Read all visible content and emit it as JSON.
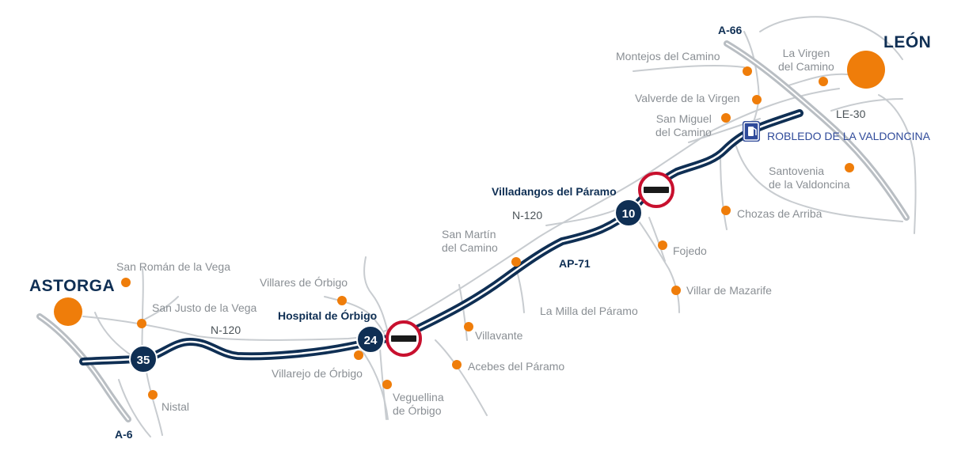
{
  "cities": {
    "astorga": "ASTORGA",
    "leon": "LEÓN"
  },
  "roads": {
    "a66": "A-66",
    "a6": "A-6",
    "le30": "LE-30",
    "n120_west": "N-120",
    "n120_east": "N-120",
    "ap71": "AP-71"
  },
  "exits": {
    "e35": "35",
    "e24": "24",
    "e10": "10"
  },
  "tolls": {
    "hospital": "Hospital de Órbigo",
    "villadangos": "Villadangos del Páramo"
  },
  "rest_area": {
    "name": "ROBLEDO DE LA VALDONCINA",
    "icon": "fuel-station-icon"
  },
  "towns": {
    "montejos": "Montejos del Camino",
    "virgen_camino": "La Virgen\ndel Camino",
    "valverde": "Valverde de la Virgen",
    "san_miguel": "San Miguel\ndel Camino",
    "santovenia": "Santovenia\nde la Valdoncina",
    "chozas": "Chozas de Arriba",
    "fojedo": "Fojedo",
    "villar_mazarife": "Villar de Mazarife",
    "san_martin": "San Martín\ndel Camino",
    "milla_paramo": "La Milla del Páramo",
    "villavante": "Villavante",
    "acebes": "Acebes del Páramo",
    "villares": "Villares de Órbigo",
    "villarejo": "Villarejo de Órbigo",
    "veguellina": "Veguellina\nde Órbigo",
    "san_roman": "San Román de la Vega",
    "san_justo": "San Justo de la Vega",
    "nistal": "Nistal"
  },
  "colors": {
    "motorway": "#0f2f54",
    "town_dot": "#ef7d0a",
    "secondary_road": "#c8ccd0",
    "toll_ring": "#c8102e",
    "rest_area": "#2f4a9a"
  }
}
